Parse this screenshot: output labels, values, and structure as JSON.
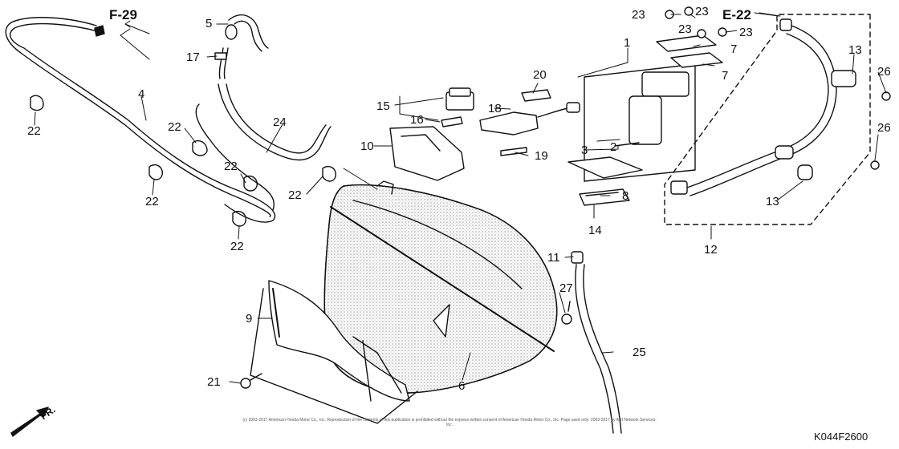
{
  "diagram": {
    "drawing_code": "K044F2600",
    "references": {
      "frame": "F-29",
      "electrical": "E-22"
    },
    "direction_label": "FR.",
    "copyright": "(c) 2003-2017 American Honda Motor Co., Inc. Reproduction of the contents of this publication is prohibited without the express written consent of American Honda Motor Co., Inc. Page used only: 2003-2017 by ARI Network Services, Inc.",
    "callouts": [
      {
        "id": "c1",
        "text": "1"
      },
      {
        "id": "c2",
        "text": "2"
      },
      {
        "id": "c3",
        "text": "3"
      },
      {
        "id": "c4",
        "text": "4"
      },
      {
        "id": "c5",
        "text": "5"
      },
      {
        "id": "c6",
        "text": "6"
      },
      {
        "id": "c7a",
        "text": "7"
      },
      {
        "id": "c7b",
        "text": "7"
      },
      {
        "id": "c8",
        "text": "8"
      },
      {
        "id": "c9",
        "text": "9"
      },
      {
        "id": "c10",
        "text": "10"
      },
      {
        "id": "c11",
        "text": "11"
      },
      {
        "id": "c12",
        "text": "12"
      },
      {
        "id": "c13a",
        "text": "13"
      },
      {
        "id": "c13b",
        "text": "13"
      },
      {
        "id": "c14",
        "text": "14"
      },
      {
        "id": "c15",
        "text": "15"
      },
      {
        "id": "c16",
        "text": "16"
      },
      {
        "id": "c17",
        "text": "17"
      },
      {
        "id": "c18",
        "text": "18"
      },
      {
        "id": "c19",
        "text": "19"
      },
      {
        "id": "c20",
        "text": "20"
      },
      {
        "id": "c21",
        "text": "21"
      },
      {
        "id": "c22a",
        "text": "22"
      },
      {
        "id": "c22b",
        "text": "22"
      },
      {
        "id": "c22c",
        "text": "22"
      },
      {
        "id": "c22d",
        "text": "22"
      },
      {
        "id": "c22e",
        "text": "22"
      },
      {
        "id": "c22f",
        "text": "22"
      },
      {
        "id": "c23a",
        "text": "23"
      },
      {
        "id": "c23b",
        "text": "23"
      },
      {
        "id": "c23c",
        "text": "23"
      },
      {
        "id": "c23d",
        "text": "23"
      },
      {
        "id": "c24",
        "text": "24"
      },
      {
        "id": "c25",
        "text": "25"
      },
      {
        "id": "c26a",
        "text": "26"
      },
      {
        "id": "c26b",
        "text": "26"
      },
      {
        "id": "c27",
        "text": "27"
      }
    ]
  }
}
